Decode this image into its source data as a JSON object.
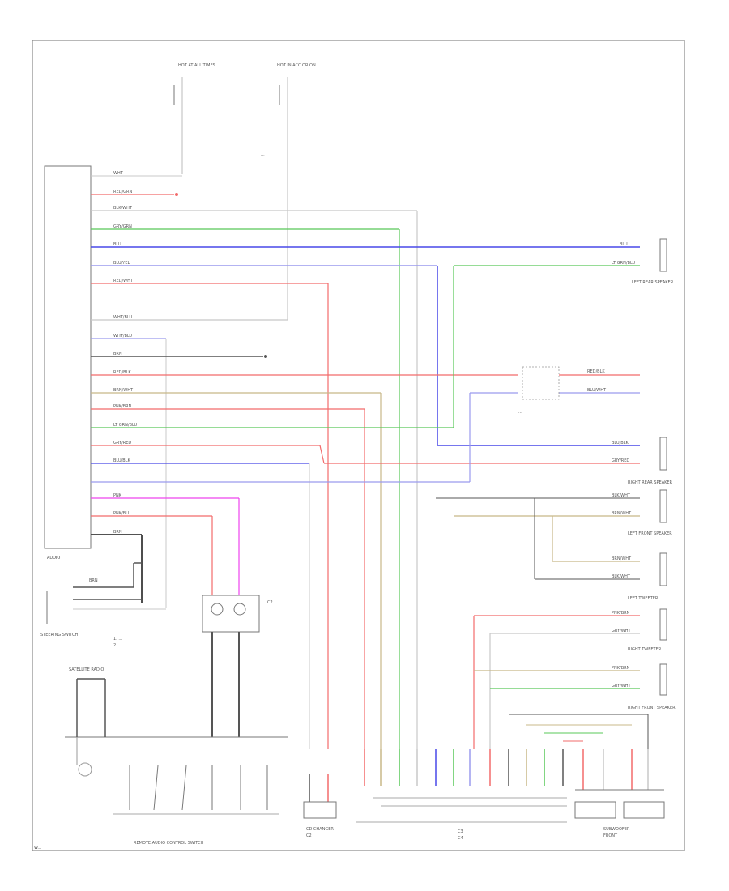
{
  "diagram": {
    "footer_code": "W...",
    "colors": {
      "red": "#f26b6b",
      "green": "#58c858",
      "blue": "#4848e8",
      "purple": "#9a9aee",
      "black": "#555555",
      "gray": "#c8c8c8",
      "tan": "#c8b888",
      "magenta": "#ee44ee",
      "dark": "#3a3a3a"
    },
    "components": {
      "head_unit": "AUDIO",
      "steering_switch": "STEERING SWITCH",
      "steering_note_1": "1. ...",
      "steering_note_2": "2. ...",
      "center_box": "...",
      "center_connector": "C2",
      "left_rear_speaker": "LEFT REAR SPEAKER",
      "right_rear_speaker": "RIGHT REAR SPEAKER",
      "left_front_speaker": "LEFT FRONT SPEAKER",
      "left_tweeter": "LEFT TWEETER",
      "right_tweeter": "RIGHT TWEETER",
      "right_front_speaker": "RIGHT FRONT SPEAKER",
      "hot_note_1": "HOT AT ALL TIMES",
      "hot_note_2": "HOT IN ACC OR ON",
      "hot_note_3": "...",
      "amp_note": "...",
      "cd_changer": "CD CHANGER",
      "c_connector": "C2",
      "j_connector_1": "C3",
      "j_connector_2": "C4",
      "remote_control": "REMOTE AUDIO CONTROL SWITCH",
      "satellite": "SATELLITE RADIO",
      "subwoofer": "SUBWOOFER",
      "front_label": "FRONT"
    },
    "wires": {
      "w1": "WHT",
      "w2": "RED/GRN",
      "w3": "BLK/WHT",
      "w4": "GRY/GRN",
      "w5": "BLU",
      "w6": "BLU/YEL",
      "w7": "RED/WHT",
      "w8": "WHT/BLU",
      "w9": "WHT/BLU",
      "w10": "BRN",
      "w11": "RED/BLK",
      "w12": "BRN/WHT",
      "w13": "PNK/BRN",
      "w14": "LT GRN/BLU",
      "w15": "GRY/RED",
      "w16": "BLU/BLK",
      "w17": "PNK",
      "w18": "PNK/BLU",
      "w19": "BRN",
      "right_1": "BLU",
      "right_2": "LT GRN/BLU",
      "right_3": "RED/BLK",
      "right_4": "BLU/BLK",
      "right_5": "BLU/WHT",
      "right_6": "GRY/RED",
      "right_7": "BLK/WHT",
      "right_8": "BRN/WHT",
      "right_9": "BRN/WHT",
      "right_10": "BLK/WHT",
      "right_11": "PNK/BRN",
      "right_12": "GRY/WHT",
      "right_13": "PNK/BRN",
      "right_14": "GRY/WHT"
    }
  }
}
